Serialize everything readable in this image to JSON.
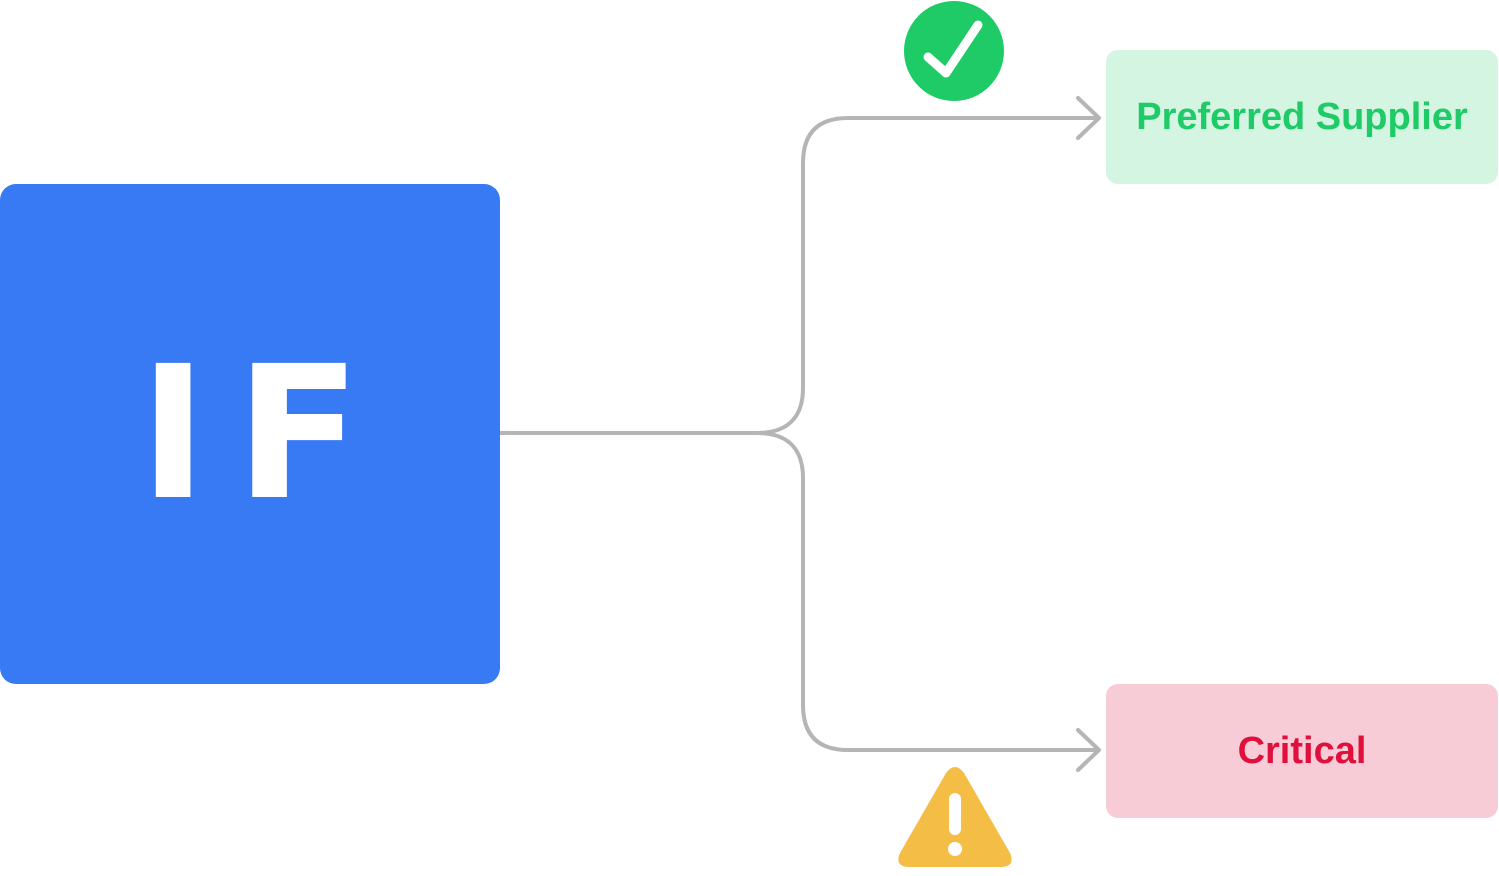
{
  "condition": {
    "label": "IF",
    "color": "#377af4"
  },
  "branches": [
    {
      "label": "Preferred Supplier",
      "status_icon": "check-circle-icon",
      "text_color": "#1ecb66",
      "background": "#d4f5e2"
    },
    {
      "label": "Critical",
      "status_icon": "warning-triangle-icon",
      "text_color": "#e0103c",
      "background": "#f8ccd6"
    }
  ],
  "colors": {
    "connector": "#b5b5b5",
    "check": "#1ecb66",
    "warning": "#f4bd45"
  }
}
